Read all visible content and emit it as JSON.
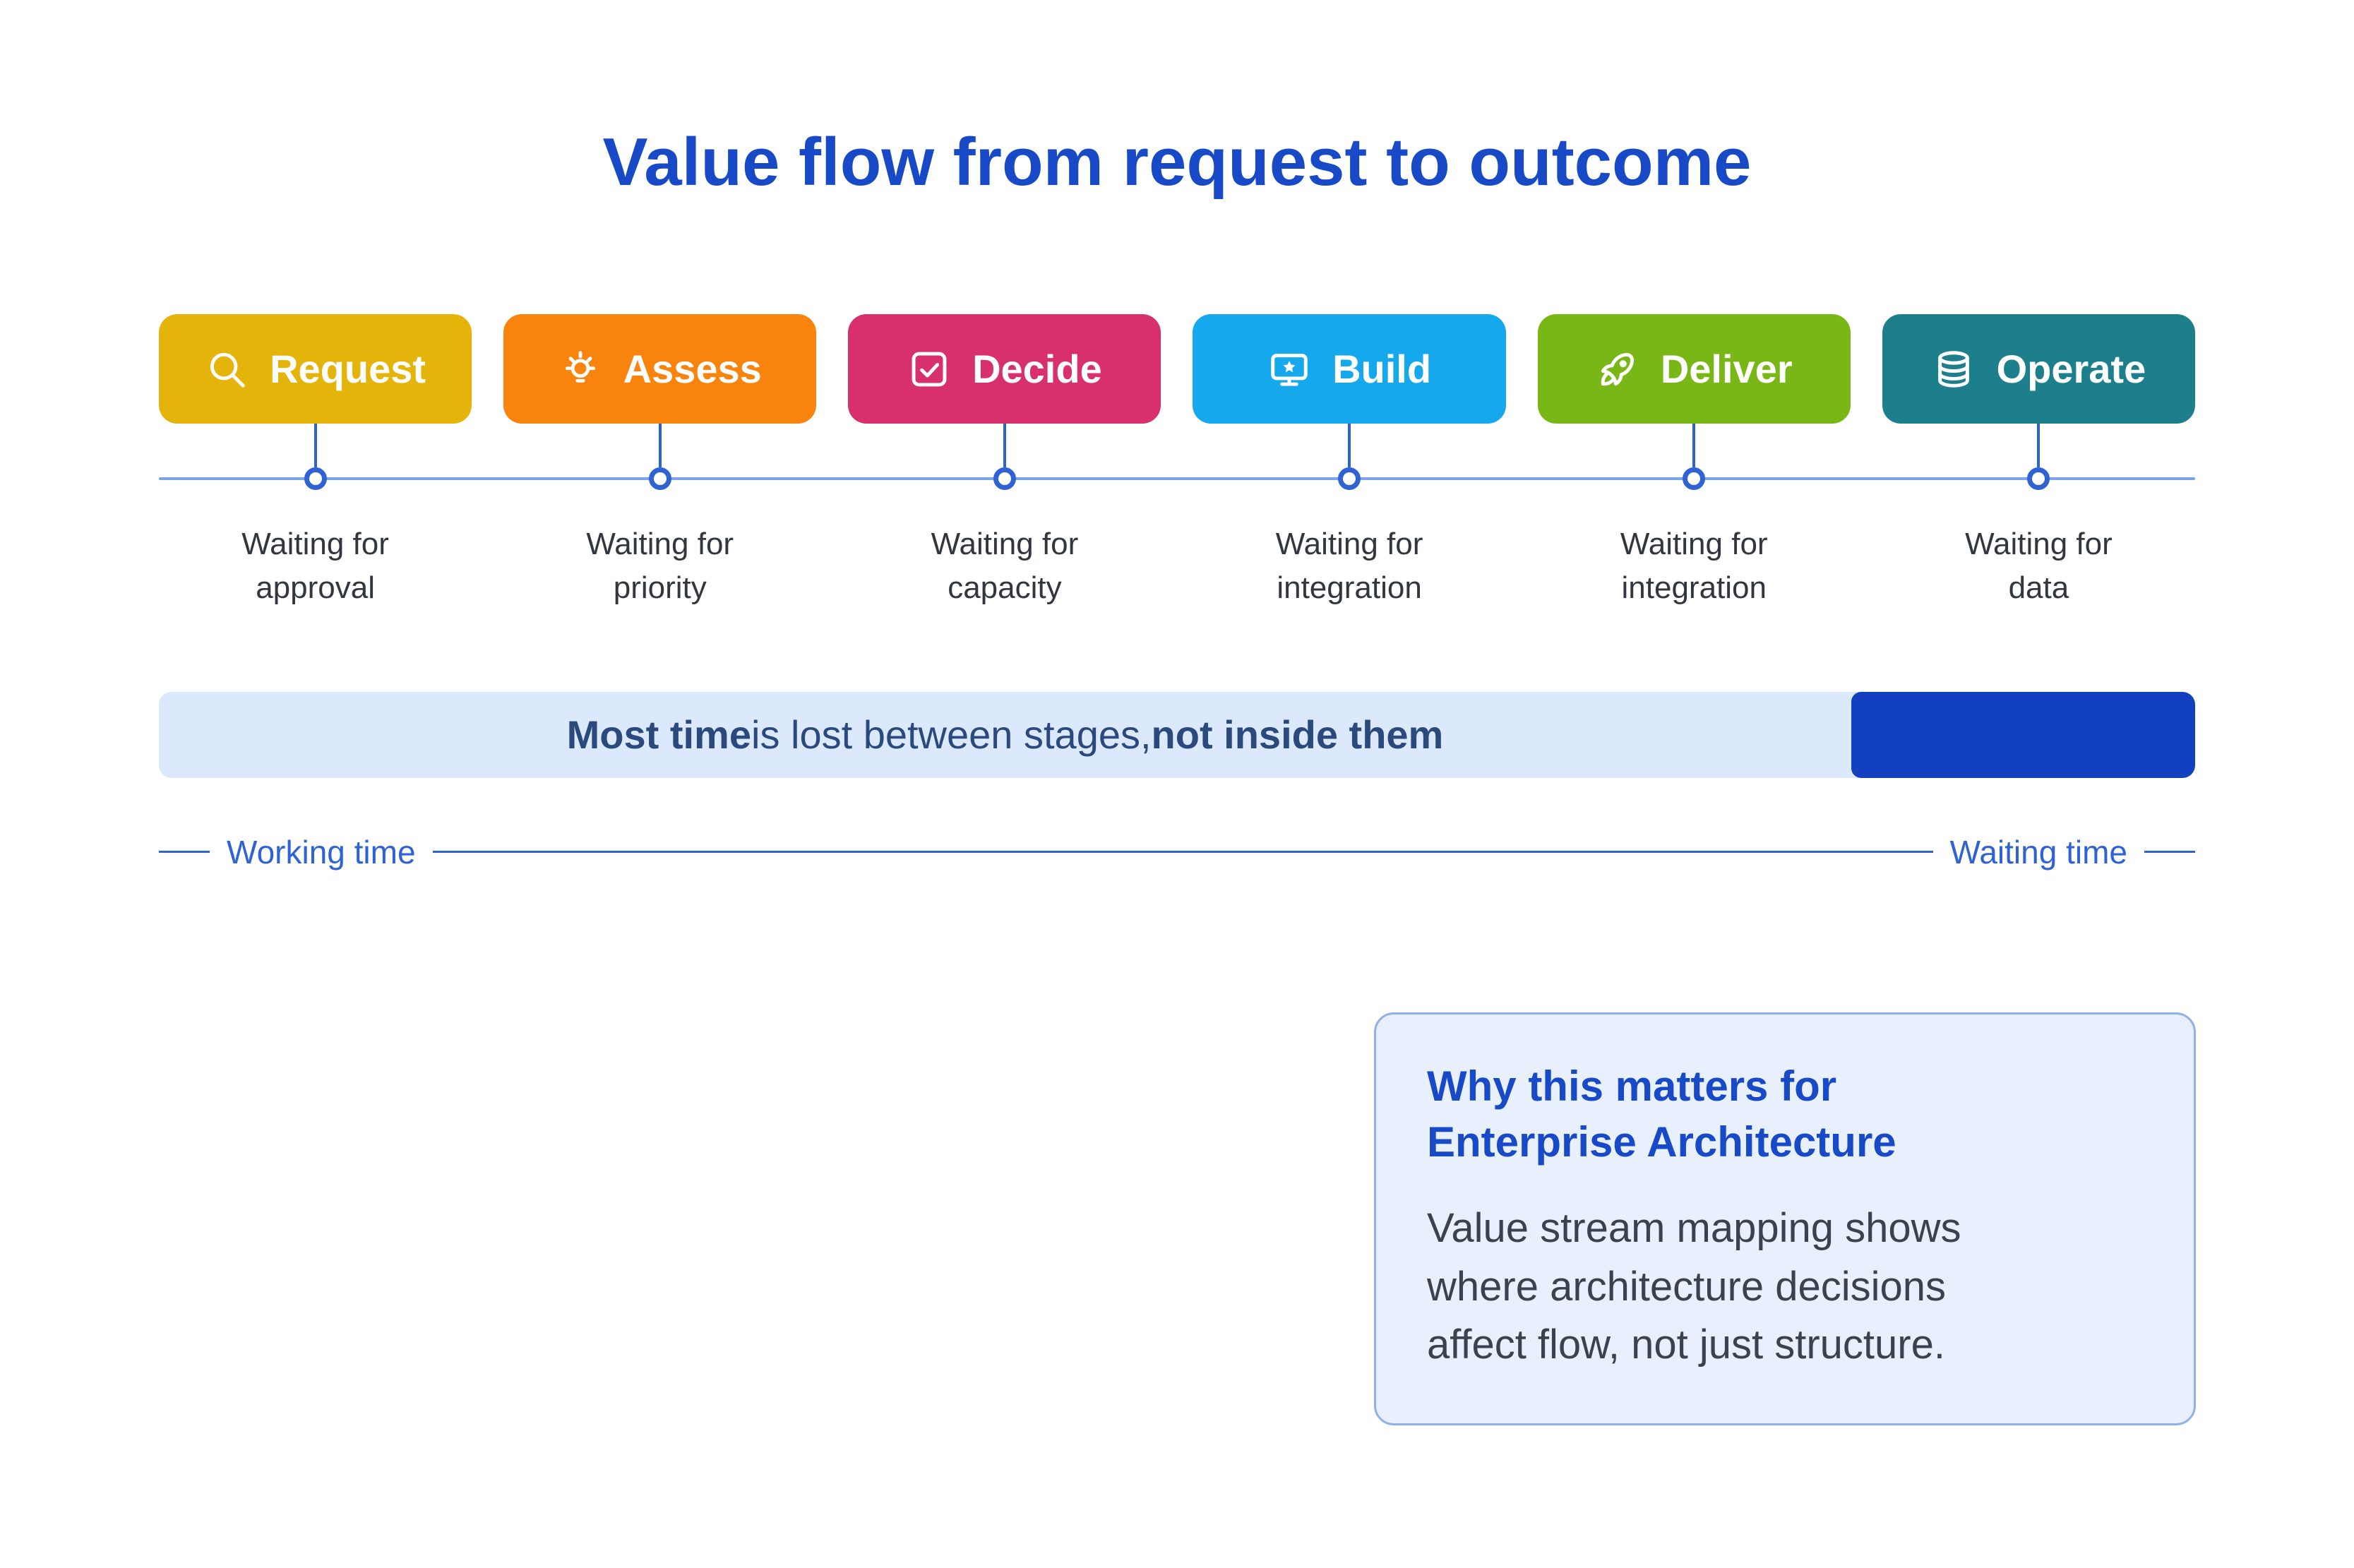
{
  "title": "Value flow from request to outcome",
  "colors": {
    "brand": "#1849C6",
    "line": "#2F63D4",
    "line-light": "#7AA3EA",
    "node-stroke": "#2F63D4",
    "banner-bg": "#DCE8FB",
    "banner-dark": "#1240BE",
    "banner-text": "#2A4A7E",
    "time-label": "#2F63D4",
    "wait-label": "#32363E",
    "box-bg": "#E9F0FD",
    "box-border": "#8FB0E8",
    "box-body-text": "#3A4250"
  },
  "stages": [
    {
      "label": "Request",
      "icon": "search-icon",
      "color": "#E5B40B",
      "wait_lines": [
        "Waiting for",
        "approval"
      ]
    },
    {
      "label": "Assess",
      "icon": "lightbulb-icon",
      "color": "#F8830D",
      "wait_lines": [
        "Waiting for",
        "priority"
      ]
    },
    {
      "label": "Decide",
      "icon": "checkbox-icon",
      "color": "#D8306E",
      "wait_lines": [
        "Waiting for",
        "capacity"
      ]
    },
    {
      "label": "Build",
      "icon": "monitor-icon",
      "color": "#15A8EC",
      "wait_lines": [
        "Waiting for",
        "integration"
      ]
    },
    {
      "label": "Deliver",
      "icon": "rocket-icon",
      "color": "#79B717",
      "wait_lines": [
        "Waiting for",
        "integration"
      ]
    },
    {
      "label": "Operate",
      "icon": "database-icon",
      "color": "#1E7F8C",
      "wait_lines": [
        "Waiting for",
        "data"
      ]
    }
  ],
  "banner": {
    "bold_start": "Most time",
    "middle": " is lost between stages, ",
    "bold_end": "not inside them"
  },
  "time_axis": {
    "left_label": "Working time",
    "right_label": "Waiting time"
  },
  "why_box": {
    "heading_lines": [
      "Why this matters for",
      "Enterprise Architecture"
    ],
    "body_lines": [
      "Value stream mapping shows",
      "where architecture decisions",
      "affect flow, not just structure."
    ]
  }
}
